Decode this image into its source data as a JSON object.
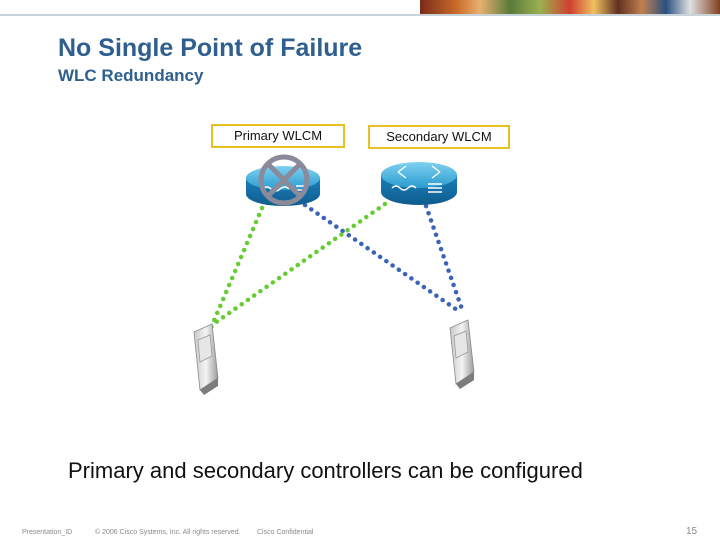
{
  "slide": {
    "title": "No Single Point of Failure",
    "subtitle": "WLC Redundancy",
    "caption": "Primary and secondary controllers can be configured"
  },
  "labels": {
    "primary": "Primary WLCM",
    "secondary": "Secondary WLCM"
  },
  "icons": {
    "controller": "router-icon",
    "client": "wireless-client-icon",
    "failure": "failure-x-icon"
  },
  "colors": {
    "title": "#2f5f8f",
    "primary_link": "#66cc33",
    "secondary_link": "#3b63b8",
    "label_border": "#e8c020",
    "router": "#2a9ccf",
    "failure_mark": "#8a8a9a"
  },
  "footer": {
    "presentation_id": "Presentation_ID",
    "copyright": "© 2006 Cisco Systems, Inc. All rights reserved.",
    "confidential": "Cisco Confidential",
    "page": "15"
  }
}
